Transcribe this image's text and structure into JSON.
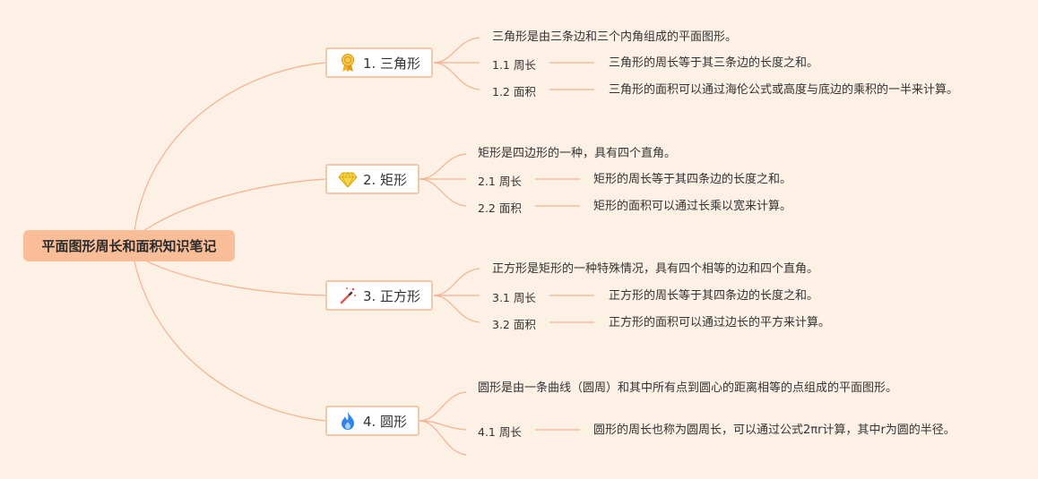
{
  "root": {
    "title": "平面图形周长和面积知识笔记"
  },
  "branches": [
    {
      "label": "1. 三角形",
      "icon": "medal-icon",
      "desc": "三角形是由三条边和三个内角组成的平面图形。",
      "items": [
        {
          "label": "1.1 周长",
          "text": "三角形的周长等于其三条边的长度之和。"
        },
        {
          "label": "1.2 面积",
          "text": "三角形的面积可以通过海伦公式或高度与底边的乘积的一半来计算。"
        }
      ]
    },
    {
      "label": "2. 矩形",
      "icon": "diamond-icon",
      "desc": "矩形是四边形的一种，具有四个直角。",
      "items": [
        {
          "label": "2.1 周长",
          "text": "矩形的周长等于其四条边的长度之和。"
        },
        {
          "label": "2.2 面积",
          "text": "矩形的面积可以通过长乘以宽来计算。"
        }
      ]
    },
    {
      "label": "3. 正方形",
      "icon": "magic-wand-icon",
      "desc": "正方形是矩形的一种特殊情况，具有四个相等的边和四个直角。",
      "items": [
        {
          "label": "3.1 周长",
          "text": "正方形的周长等于其四条边的长度之和。"
        },
        {
          "label": "3.2 面积",
          "text": "正方形的面积可以通过边长的平方来计算。"
        }
      ]
    },
    {
      "label": "4. 圆形",
      "icon": "flame-icon",
      "desc": "圆形是由一条曲线（圆周）和其中所有点到圆心的距离相等的点组成的平面图形。",
      "items": [
        {
          "label": "4.1 周长",
          "text": "圆形的周长也称为圆周长，可以通过公式2πr计算，其中r为圆的半径。"
        }
      ]
    }
  ],
  "colors": {
    "background": "#fdf0e5",
    "line": "#f4b190",
    "root_fill": "#f9bd98",
    "branch_border": "#f4c7a8"
  }
}
